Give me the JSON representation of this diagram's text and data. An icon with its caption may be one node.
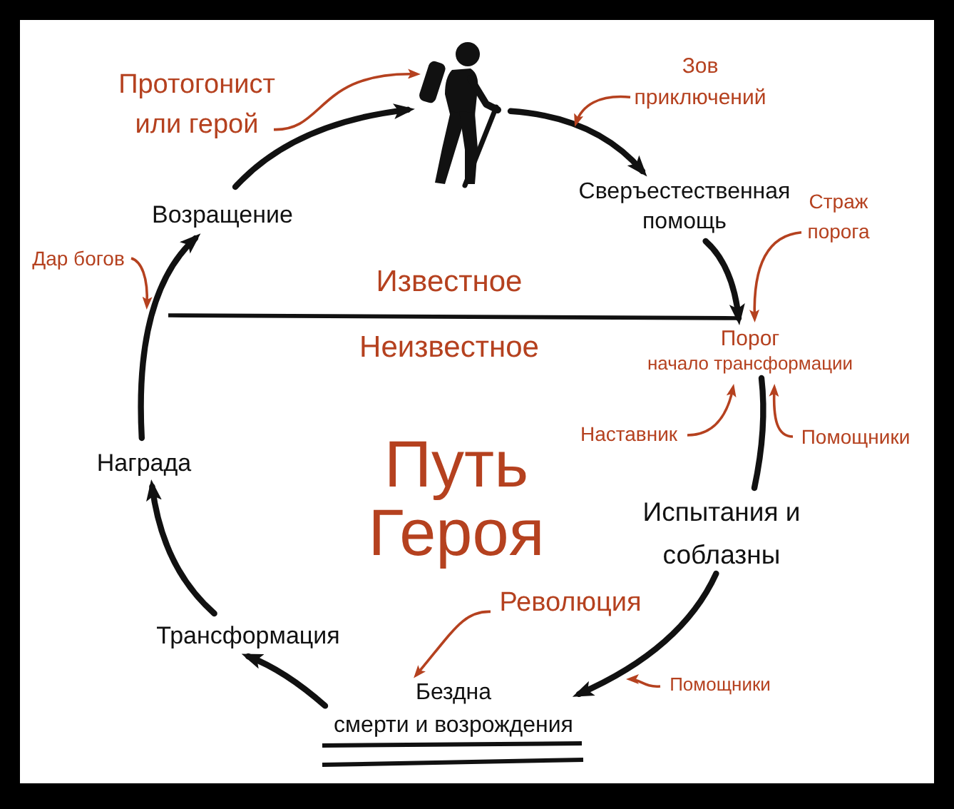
{
  "diagram": {
    "title": "Путь Героя",
    "nodes": [
      {
        "text": [
          "Протогонист или герой"
        ]
      },
      {
        "text": [],
        "shape": "person"
      },
      {
        "text": [
          "Зов приключений"
        ]
      },
      {
        "text": [
          "Возращение"
        ]
      },
      {
        "text": [
          "Сверъестественная помощь"
        ]
      },
      {
        "text": [
          "Страж порога"
        ]
      },
      {
        "text": [
          "Дар богов"
        ]
      },
      {
        "text": [
          "Порог",
          "начало трансформации"
        ]
      },
      {
        "text": [
          "Наставник"
        ]
      },
      {
        "text": [
          "Помощники"
        ]
      },
      {
        "text": [
          "Награда"
        ]
      },
      {
        "text": [
          "Испытания и соблазны"
        ]
      },
      {
        "text": [
          "Революция"
        ]
      },
      {
        "text": [
          "Трансформация"
        ]
      },
      {
        "text": [
          "Бездна",
          "смерти и возрождения"
        ]
      },
      {
        "text": [
          "Помощники"
        ]
      }
    ],
    "edges": [
      {
        "from": 1,
        "to": 4,
        "arrow": "to",
        "style": "thick"
      },
      {
        "from": 4,
        "to": 7,
        "arrow": "to",
        "style": "thick"
      },
      {
        "from": 7,
        "to": 11,
        "arrow": "none",
        "style": "thick"
      },
      {
        "from": 11,
        "to": 14,
        "arrow": "to",
        "style": "thick"
      },
      {
        "from": 14,
        "to": 13,
        "arrow": "to",
        "style": "thick"
      },
      {
        "from": 13,
        "to": 10,
        "arrow": "to",
        "style": "thick"
      },
      {
        "from": 10,
        "to": 3,
        "arrow": "to",
        "style": "thick"
      },
      {
        "from": 3,
        "to": 1,
        "arrow": "to",
        "style": "thick"
      },
      {
        "from": 0,
        "to": 1,
        "arrow": "to",
        "color": "#b5411f"
      },
      {
        "from": 2,
        "to": null,
        "arrow": "to",
        "color": "#b5411f"
      },
      {
        "from": 5,
        "to": 7,
        "arrow": "to",
        "color": "#b5411f"
      },
      {
        "from": 6,
        "to": null,
        "arrow": "to",
        "color": "#b5411f"
      },
      {
        "from": 8,
        "to": 7,
        "arrow": "to",
        "color": "#b5411f"
      },
      {
        "from": 9,
        "to": 7,
        "arrow": "to",
        "color": "#b5411f"
      },
      {
        "from": 12,
        "to": 14,
        "arrow": "to",
        "color": "#b5411f"
      },
      {
        "from": 15,
        "to": null,
        "arrow": "to",
        "color": "#b5411f"
      }
    ],
    "labels": [
      "Известное",
      "Неизвестное"
    ]
  }
}
